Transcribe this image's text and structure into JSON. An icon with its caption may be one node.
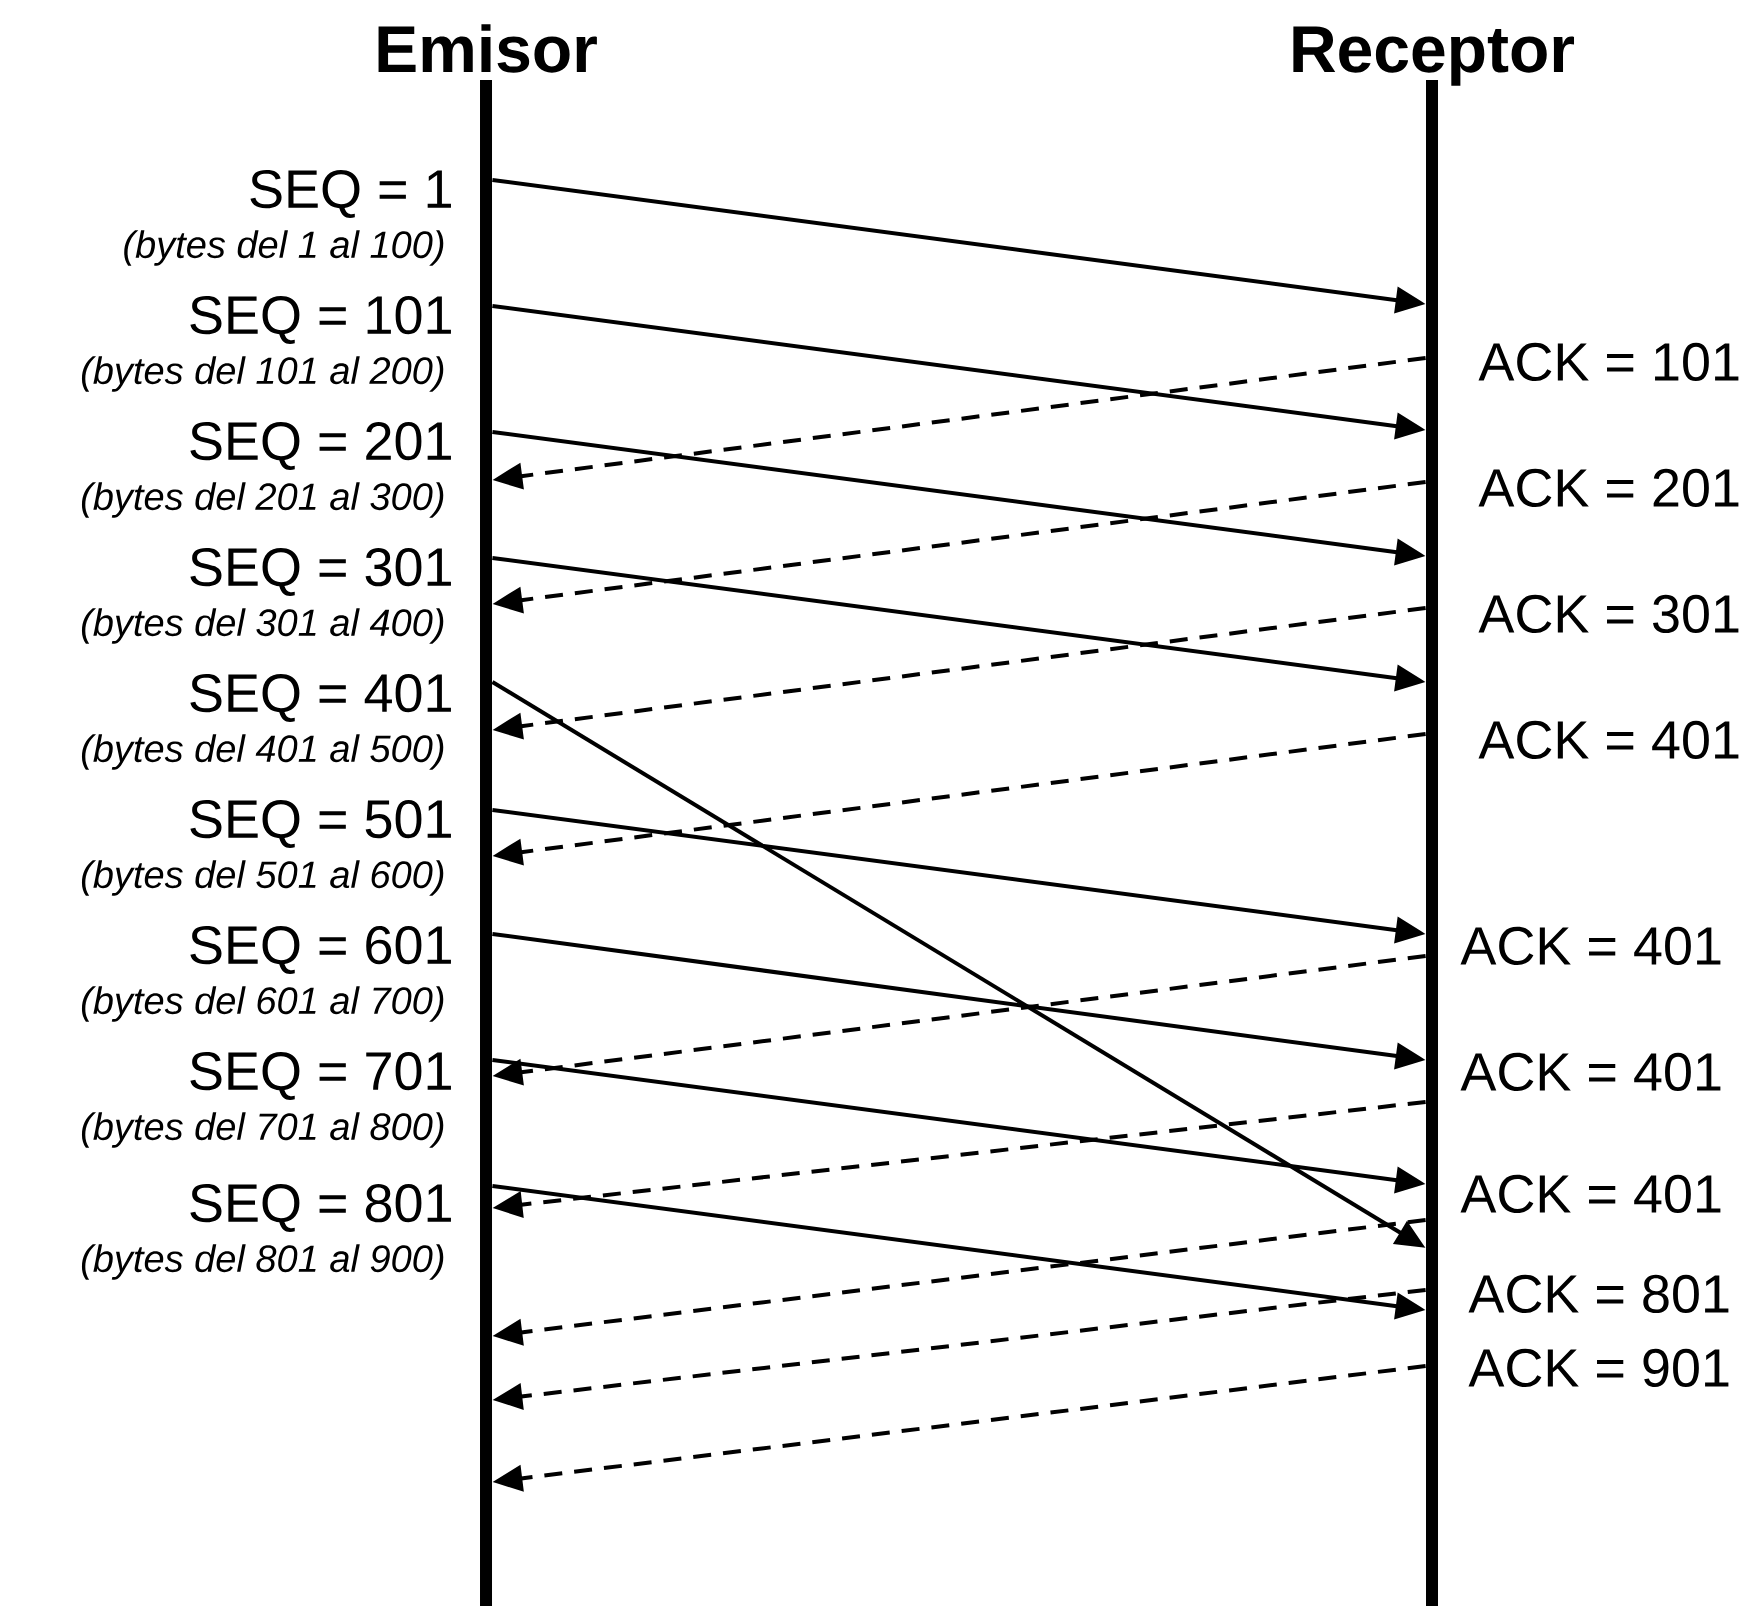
{
  "diagram": {
    "nodes": [
      {
        "text": [
          "Emisor"
        ]
      },
      {
        "text": [
          "Receptor"
        ]
      }
    ],
    "edges": [
      {
        "from": 0,
        "to": 1,
        "arrow": "to"
      },
      {
        "from": 0,
        "to": 1,
        "arrow": "to"
      },
      {
        "from": 1,
        "to": 0,
        "arrow": "to",
        "style": "dashed"
      },
      {
        "from": 0,
        "to": 1,
        "arrow": "to"
      },
      {
        "from": 1,
        "to": 0,
        "arrow": "to",
        "style": "dashed"
      },
      {
        "from": 0,
        "to": 1,
        "arrow": "to"
      },
      {
        "from": 1,
        "to": 0,
        "arrow": "to",
        "style": "dashed"
      },
      {
        "from": 0,
        "to": 1,
        "arrow": "to"
      },
      {
        "from": 1,
        "to": 0,
        "arrow": "to",
        "style": "dashed"
      },
      {
        "from": 0,
        "to": 1,
        "arrow": "to"
      },
      {
        "from": 0,
        "to": 1,
        "arrow": "to"
      },
      {
        "from": 1,
        "to": 0,
        "arrow": "to",
        "style": "dashed"
      },
      {
        "from": 0,
        "to": 1,
        "arrow": "to"
      },
      {
        "from": 1,
        "to": 0,
        "arrow": "to",
        "style": "dashed"
      },
      {
        "from": 0,
        "to": 1,
        "arrow": "to"
      },
      {
        "from": 1,
        "to": 0,
        "arrow": "to",
        "style": "dashed"
      },
      {
        "from": 1,
        "to": 0,
        "arrow": "to",
        "style": "dashed"
      },
      {
        "from": 1,
        "to": 0,
        "arrow": "to",
        "style": "dashed"
      }
    ],
    "labels": [
      "SEQ = 1",
      "(bytes del 1 al 100)",
      "SEQ = 101",
      "ACK = 101",
      "(bytes del 101 al 200)",
      "SEQ = 201",
      "ACK = 201",
      "(bytes del 201 al 300)",
      "SEQ = 301",
      "ACK = 301",
      "(bytes del 301 al 400)",
      "SEQ = 401",
      "ACK = 401",
      "(bytes del 401 al 500)",
      "SEQ = 501",
      "(bytes del 501 al 600)",
      "SEQ = 601",
      "ACK = 401",
      "(bytes del 601 al 700)",
      "SEQ = 701",
      "ACK = 401",
      "(bytes del 701 al 800)",
      "ACK = 401",
      "SEQ = 801",
      "(bytes del 801 al 900)",
      "ACK = 801",
      "ACK = 901"
    ]
  }
}
